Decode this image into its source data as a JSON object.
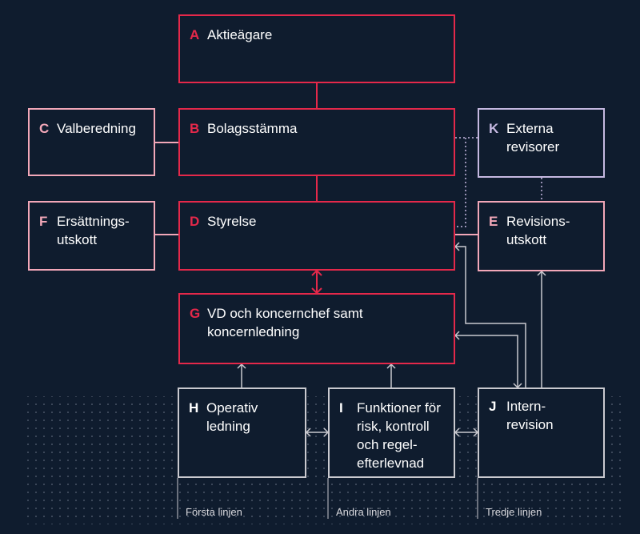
{
  "boxes": {
    "a": {
      "letter": "A",
      "text": "Aktieägare"
    },
    "b": {
      "letter": "B",
      "text": "Bolagsstämma"
    },
    "c": {
      "letter": "C",
      "text": "Valberedning"
    },
    "d": {
      "letter": "D",
      "text": "Styrelse"
    },
    "e": {
      "letter": "E",
      "text": "Revisions-\nutskott"
    },
    "f": {
      "letter": "F",
      "text": "Ersättnings-\nutskott"
    },
    "g": {
      "letter": "G",
      "text": "VD och koncernchef samt\nkoncernledning"
    },
    "h": {
      "letter": "H",
      "text": "Operativ\nledning"
    },
    "i": {
      "letter": "I",
      "text": "Funktioner för\nrisk, kontroll\noch regel-\nefterlevnad"
    },
    "j": {
      "letter": "J",
      "text": "Intern-\nrevision"
    },
    "k": {
      "letter": "K",
      "text": "Externa\nrevisorer"
    }
  },
  "lines": {
    "first": "Första linjen",
    "second": "Andra linjen",
    "third": "Tredje linjen"
  },
  "colors": {
    "background": "#0f1c2e",
    "red": "#e4284a",
    "pink": "#f2a7b8",
    "lavender": "#c5b8e0",
    "gray": "#c9c9cf"
  }
}
